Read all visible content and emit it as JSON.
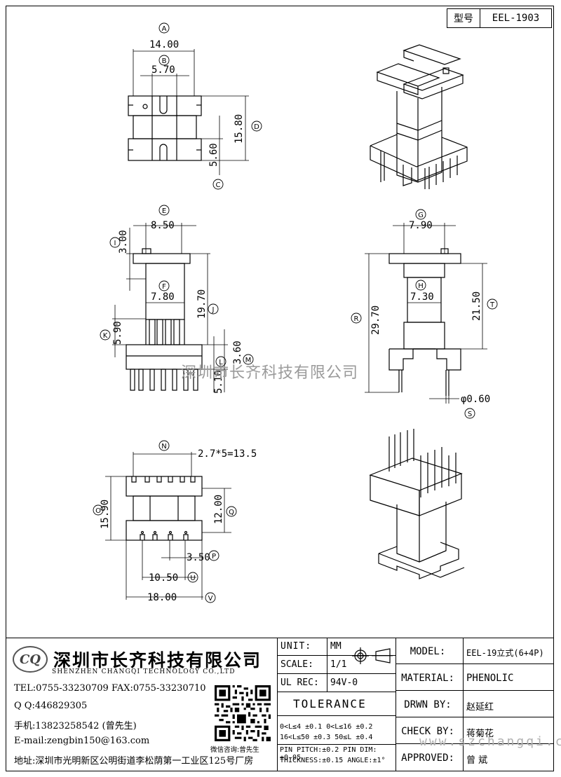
{
  "header": {
    "model_key": "型号",
    "model_value": "EEL-1903"
  },
  "dimensions": {
    "top_view": {
      "A": "14.00",
      "B": "5.70",
      "D": "15.80",
      "C": "5.60"
    },
    "side_view": {
      "E": "8.50",
      "I": "3.00",
      "F": "7.80",
      "J": "19.70",
      "K": "5.90",
      "L_M": "5.10",
      "M": "3.60"
    },
    "front_view": {
      "G": "7.90",
      "H": "7.30",
      "R": "29.70",
      "T": "21.50",
      "S": "φ0.60"
    },
    "bottom_view": {
      "N": "2.7*5=13.5",
      "O": "15.90",
      "Q": "12.00",
      "P": "3.50",
      "U": "10.50",
      "V": "18.00"
    }
  },
  "callouts": {
    "A": "A",
    "B": "B",
    "C": "C",
    "D": "D",
    "E": "E",
    "F": "F",
    "G": "G",
    "H": "H",
    "I": "I",
    "J": "J",
    "K": "K",
    "L": "L",
    "M": "M",
    "N": "N",
    "O": "O",
    "P": "P",
    "Q": "Q",
    "R": "R",
    "S": "S",
    "T": "T",
    "U": "U",
    "V": "V"
  },
  "watermark": "深圳市长齐科技有限公司",
  "watermark_url": "www.szchangqi.cn",
  "company": {
    "logo": "CQ",
    "name_cn": "深圳市长齐科技有限公司",
    "name_en": "SHENZHEN CHANGQI TECHNOLOGY CO.,LTD",
    "tel": "TEL:0755-33230709  FAX:0755-33230710",
    "qq": "Q Q:446829305",
    "mobile": "手机:13823258542 (曾先生)",
    "email": "E-mail:zengbin150@163.com",
    "address": "地址:深圳市光明新区公明街道李松荫第一工业区125号厂房",
    "qr_caption": "微信咨询:曾先生"
  },
  "spec": {
    "unit_label": "UNIT:",
    "unit_value": "MM",
    "scale_label": "SCALE:",
    "scale_value": "1/1",
    "ulrec_label": "UL REC:",
    "ulrec_value": "94V-0",
    "tolerance_title": "TOLERANCE",
    "tol1": "0<L≤4   ±0.1   0<L≤16  ±0.2",
    "tol2": "16<L≤50 ±0.3   50≤L    ±0.4",
    "tol3": "PIN PITCH:±0.2 PIN  DIM:±0.05",
    "tol4": "THICKNESS:±0.15    ANGLE:±1°"
  },
  "titleblock": {
    "model_label": "MODEL:",
    "model_value": "EEL-19立式(6+4P)",
    "material_label": "MATERIAL:",
    "material_value": "PHENOLIC",
    "drawn_label": "DRWN BY:",
    "drawn_value": "赵延红",
    "check_label": "CHECK BY:",
    "check_value": "蒋菊花",
    "approved_label": "APPROVED:",
    "approved_value": "曾  斌"
  }
}
